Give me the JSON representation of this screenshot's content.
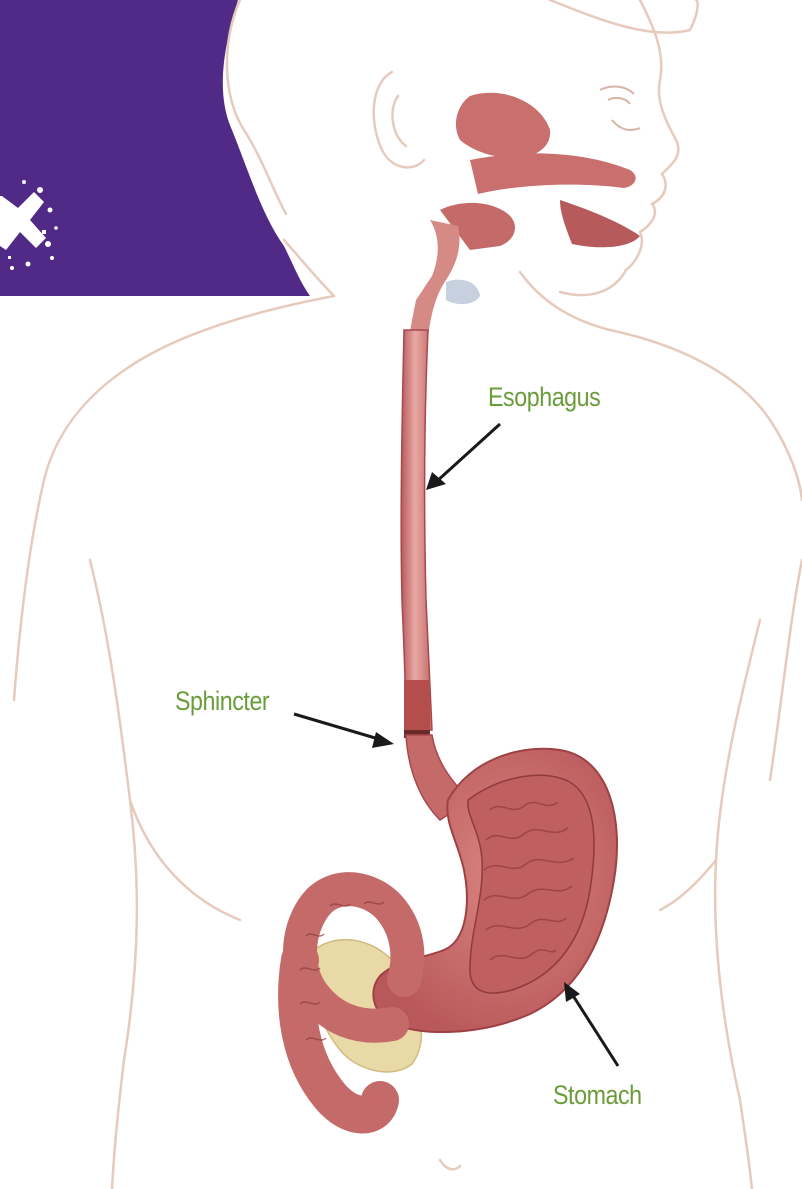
{
  "labels": {
    "esophagus": "Esophagus",
    "sphincter": "Sphincter",
    "stomach": "Stomach"
  },
  "colors": {
    "label_text": "#6a9c3a",
    "arrow": "#1a1a1a",
    "banner": "#512a87",
    "body_outline": "#e6cbbd",
    "tissue": "#c9706e",
    "tissue_dark": "#a8474b",
    "tissue_light": "#e7a5a0",
    "pancreas": "#e9d9a6"
  },
  "icons": {
    "banner_mark": "splatter-x-icon"
  }
}
